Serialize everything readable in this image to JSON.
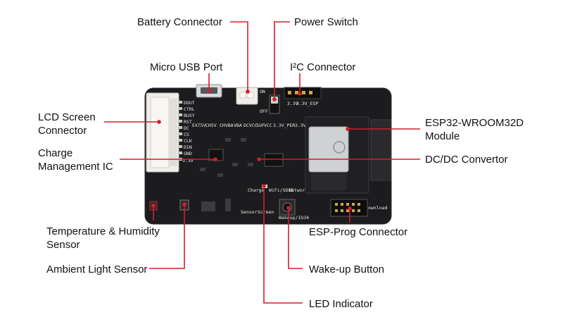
{
  "labels": {
    "battery_connector": "Battery Connector",
    "power_switch": "Power Switch",
    "micro_usb_port": "Micro USB Port",
    "i2c_connector": "I²C Connector",
    "lcd_screen_connector": [
      "LCD Screen",
      "Connector"
    ],
    "esp32_module": [
      "ESP32-WROOM32D",
      "Module"
    ],
    "charge_management_ic": [
      "Charge",
      "Management IC"
    ],
    "dcdc_convertor": "DC/DC Convertor",
    "temp_humidity_sensor": [
      "Temperature & Humidity",
      "Sensor"
    ],
    "esp_prog_connector": "ESP-Prog Connector",
    "ambient_light_sensor": "Ambient Light Sensor",
    "wakeup_button": "Wake-up Button",
    "led_indicator": "LED Indicator"
  },
  "silkscreen": {
    "lcd_pins": [
      "DOUT",
      "CTRL",
      "BUSY",
      "RST",
      "DC",
      "CS",
      "CLK",
      "DIN",
      "GND",
      "3.3V"
    ],
    "power_labels": [
      "EXT5V",
      "CH5V",
      "CHVBA",
      "VBA",
      "DCVCC",
      "5UF",
      "VCC",
      "3.3V_PER",
      "3.3V"
    ],
    "i2c_labels": [
      "3.3V",
      "3.3V_ESP"
    ],
    "switch_labels": [
      "ON",
      "OFF"
    ],
    "led_labels": [
      "Charge",
      "WiFi/SD15",
      "Network/IO4"
    ],
    "bottom_labels": [
      "Sensor",
      "Screen"
    ],
    "wake_label": "Wakeup/IO34",
    "download_label": "ownload"
  },
  "colors": {
    "board": "#1c1c1e",
    "board_edge": "#2b2b2e",
    "leader": "#d21e2b",
    "silk": "#e8e8e8",
    "module_shield": "#cfd1d2",
    "module_pcb": "#202022",
    "connector_white": "#efeee9",
    "header_black": "#0d0d0d"
  }
}
